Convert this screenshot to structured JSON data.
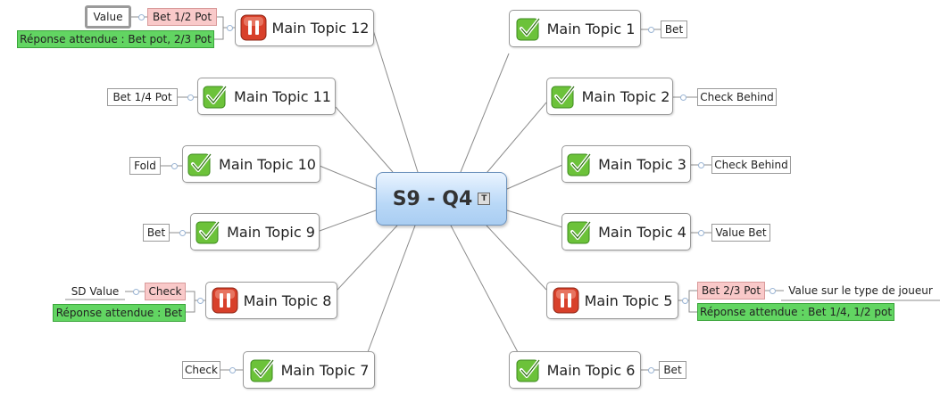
{
  "central": {
    "title": "S9 - Q4",
    "note_icon": "T"
  },
  "topics": {
    "t1": {
      "label": "Main Topic 1",
      "icon": "check-icon",
      "answer": "Bet"
    },
    "t2": {
      "label": "Main Topic 2",
      "icon": "check-icon",
      "answer": "Check Behind"
    },
    "t3": {
      "label": "Main Topic 3",
      "icon": "check-icon",
      "answer": "Check Behind"
    },
    "t4": {
      "label": "Main Topic 4",
      "icon": "check-icon",
      "answer": "Value Bet"
    },
    "t5": {
      "label": "Main Topic 5",
      "icon": "pause-icon",
      "answer": "Bet 2/3 Pot",
      "answer_note": "Value sur le type de joueur",
      "expected": "Réponse attendue : Bet 1/4, 1/2 pot"
    },
    "t6": {
      "label": "Main Topic 6",
      "icon": "check-icon",
      "answer": "Bet"
    },
    "t7": {
      "label": "Main Topic 7",
      "icon": "check-icon",
      "answer": "Check"
    },
    "t8": {
      "label": "Main Topic 8",
      "icon": "pause-icon",
      "answer": "Check",
      "answer_note": "SD Value",
      "expected": "Réponse attendue : Bet"
    },
    "t9": {
      "label": "Main Topic 9",
      "icon": "check-icon",
      "answer": "Bet"
    },
    "t10": {
      "label": "Main Topic 10",
      "icon": "check-icon",
      "answer": "Fold"
    },
    "t11": {
      "label": "Main Topic 11",
      "icon": "check-icon",
      "answer": "Bet 1/4 Pot"
    },
    "t12": {
      "label": "Main Topic 12",
      "icon": "pause-icon",
      "answer": "Bet 1/2 Pot",
      "answer_note": "Value",
      "expected": "Réponse attendue : Bet pot, 2/3 Pot"
    }
  },
  "colors": {
    "check": "#5cb82e",
    "pause": "#d8402a",
    "wrong_answer": "#f9c9c9",
    "expected_answer": "#62d562",
    "central_fill": "#b9d8f7"
  }
}
